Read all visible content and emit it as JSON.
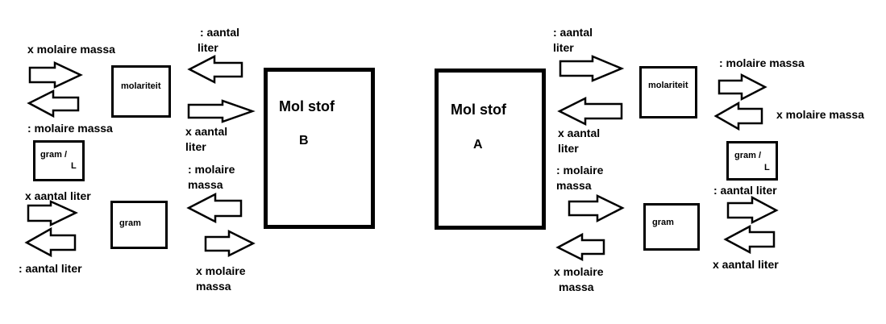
{
  "left": {
    "labels": {
      "x_molaire_massa_top": "x molaire massa",
      "molaire_massa_div_1": ": molaire massa",
      "x_aantal_liter_1": "x aantal liter",
      "aantal_liter_div_1": ": aantal liter",
      "aantal_liter_div_2_l1": ": aantal",
      "aantal_liter_div_2_l2": "liter",
      "x_aantal_liter_2_l1": "x aantal",
      "x_aantal_liter_2_l2": "liter",
      "molaire_massa_div_2_l1": ": molaire",
      "molaire_massa_div_2_l2": "massa",
      "x_molaire_massa_2_l1": "x molaire",
      "x_molaire_massa_2_l2": "massa"
    },
    "boxes": {
      "molariteit": "molariteit",
      "gram_per_l_top": "gram /",
      "gram_per_l_bottom": "L",
      "gram": "gram",
      "mol_stof": "Mol stof",
      "mol_letter": "B"
    }
  },
  "right": {
    "labels": {
      "aantal_liter_div_1_l1": ": aantal",
      "aantal_liter_div_1_l2": "liter",
      "x_aantal_liter_1_l1": "x aantal",
      "x_aantal_liter_1_l2": "liter",
      "molaire_massa_div_1_l1": ": molaire",
      "molaire_massa_div_1_l2": "massa",
      "x_molaire_massa_1_l1": "x molaire",
      "x_molaire_massa_1_l2": "massa",
      "molaire_massa_div_2": ": molaire massa",
      "x_molaire_massa_2": "x molaire massa",
      "aantal_liter_div_2": ": aantal liter",
      "x_aantal_liter_2": "x aantal liter"
    },
    "boxes": {
      "molariteit": "molariteit",
      "gram_per_l_top": "gram /",
      "gram_per_l_bottom": "L",
      "gram": "gram",
      "mol_stof": "Mol stof",
      "mol_letter": "A"
    }
  }
}
